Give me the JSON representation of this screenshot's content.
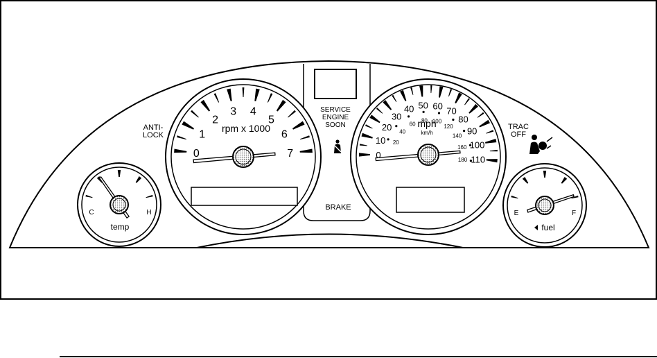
{
  "labels": {
    "anti_lock": [
      "ANTI-",
      "LOCK"
    ],
    "service_engine_soon": [
      "SERVICE",
      "ENGINE",
      "SOON"
    ],
    "brake": "BRAKE",
    "trac_off": [
      "TRAC",
      "OFF"
    ]
  },
  "tachometer": {
    "label": "rpm x 1000",
    "ticks": [
      "0",
      "1",
      "2",
      "3",
      "4",
      "5",
      "6",
      "7"
    ],
    "needle_value": 7
  },
  "speedometer": {
    "unit": "mph",
    "sub_unit": "km/h",
    "mph_ticks": [
      "0",
      "10",
      "20",
      "30",
      "40",
      "50",
      "60",
      "70",
      "80",
      "90",
      "100",
      "110"
    ],
    "kmh_ticks": [
      "20",
      "40",
      "60",
      "80",
      "100",
      "120",
      "140",
      "160",
      "180"
    ],
    "needle_value": 110
  },
  "temp_gauge": {
    "label": "temp",
    "low": "C",
    "high": "H",
    "needle_level": 0.15
  },
  "fuel_gauge": {
    "label": "fuel",
    "empty": "E",
    "full": "F",
    "needle_level": 0.95
  },
  "icons": {
    "seatbelt": "seatbelt-icon",
    "airbag": "airbag-icon",
    "fuel_door_arrow": "triangle-left-icon"
  }
}
